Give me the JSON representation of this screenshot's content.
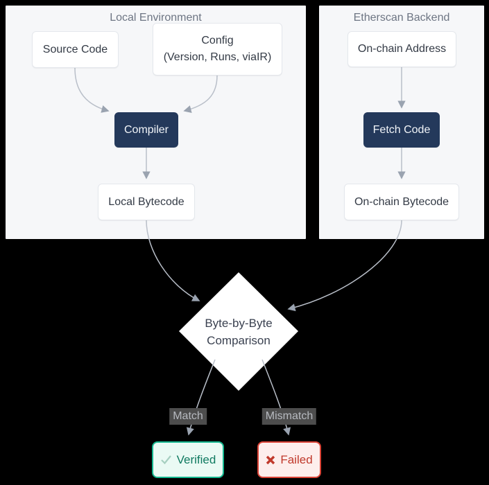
{
  "subgraphs": {
    "local": {
      "title": "Local Environment"
    },
    "etherscan": {
      "title": "Etherscan Backend"
    }
  },
  "nodes": {
    "source_code": {
      "label": "Source Code"
    },
    "config": {
      "line1": "Config",
      "line2": "(Version, Runs, viaIR)"
    },
    "compiler": {
      "label": "Compiler"
    },
    "local_bytecode": {
      "label": "Local Bytecode"
    },
    "onchain_address": {
      "label": "On-chain Address"
    },
    "fetch_code": {
      "label": "Fetch Code"
    },
    "onchain_bytecode": {
      "label": "On-chain Bytecode"
    },
    "comparison": {
      "line1": "Byte-by-Byte",
      "line2": "Comparison"
    },
    "verified": {
      "label": "Verified",
      "icon": "check-icon"
    },
    "failed": {
      "label": "Failed",
      "icon": "cross-icon"
    }
  },
  "edge_labels": {
    "match": "Match",
    "mismatch": "Mismatch"
  },
  "edges": [
    {
      "from": "source_code",
      "to": "compiler",
      "label": ""
    },
    {
      "from": "config",
      "to": "compiler",
      "label": ""
    },
    {
      "from": "compiler",
      "to": "local_bytecode",
      "label": ""
    },
    {
      "from": "local_bytecode",
      "to": "comparison",
      "label": ""
    },
    {
      "from": "onchain_address",
      "to": "fetch_code",
      "label": ""
    },
    {
      "from": "fetch_code",
      "to": "onchain_bytecode",
      "label": ""
    },
    {
      "from": "onchain_bytecode",
      "to": "comparison",
      "label": ""
    },
    {
      "from": "comparison",
      "to": "verified",
      "label": "Match"
    },
    {
      "from": "comparison",
      "to": "failed",
      "label": "Mismatch"
    }
  ],
  "colors": {
    "background": "#000000",
    "subgraph_fill": "#f6f7f9",
    "subgraph_title": "#6d7583",
    "node_fill": "#ffffff",
    "node_border": "#e4e7ec",
    "node_text": "#333a45",
    "dark_node_fill": "#24395b",
    "dark_node_text": "#f2f5f9",
    "edge_line": "#b9bfc9",
    "edge_arrowhead": "#9aa3b0",
    "edge_label_bg": "#4d4d4d",
    "edge_label_text": "#b7bac0",
    "verified_fill": "#eafaf4",
    "verified_border": "#14b78f",
    "verified_text": "#0f7a60",
    "failed_fill": "#fdeeec",
    "failed_border": "#dc4437",
    "failed_text": "#c0392b"
  }
}
